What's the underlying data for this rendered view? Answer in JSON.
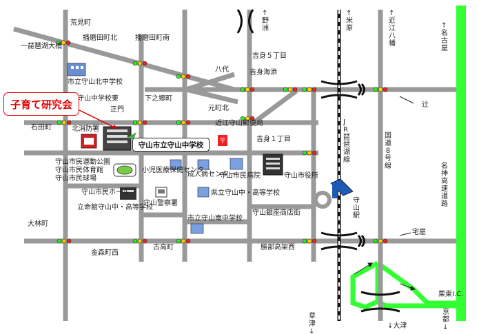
{
  "callout": {
    "label": "子育て研究会"
  },
  "school": {
    "label": "守山市立守山中学校"
  },
  "directions": {
    "yasu": "↑野洲",
    "maibara": "↑米原",
    "omi_hachiman": "↑近江八幡",
    "meishin_north": "↑名古屋",
    "ichibiwako": "一琵琶湖大橋",
    "kusatsu": "草津↓",
    "otsu": "↓大津",
    "kyoto": "京都↓"
  },
  "intersections": [
    "荒見町",
    "播磨田町北",
    "播磨田町南",
    "八代",
    "吉身５丁目",
    "吉身海添",
    "守山中学校東",
    "下之郷町",
    "元町北",
    "吉身１丁目",
    "石田町",
    "辻",
    "大林町",
    "金森町西",
    "古高町",
    "勝部高架西",
    "宅屋"
  ],
  "places": {
    "north_jhs": "市立守山北中学校",
    "seimon": "正門",
    "hokushobou": "北消防署",
    "post_office": "近江守山郵便局",
    "sports_park": "守山市民運動公園",
    "gym": "守山市民体育館",
    "stadium": "守山市民球場",
    "pediatric": "小児医療保健センター",
    "adult": "成人病センター",
    "hospital": "守山市民病院",
    "city_hall": "守山市役所",
    "civic_hall": "守山市民ホール",
    "ritsumei": "立命館守山中・高等学校",
    "police": "守山警察署",
    "prefectural": "県立守山中・高等学校",
    "shopping": "守山銀座商店街",
    "south_jhs": "市立守山南中学校",
    "station": "守山駅",
    "jr_line": "JR琵琶湖線",
    "route8": "国道８号線",
    "meishin": "名神高速道路",
    "ritto_ic": "栗東I.C."
  },
  "colors": {
    "road": "#999999",
    "expressway": "#33ff33",
    "railway": "#111111",
    "callout": "#e00000",
    "station": "#1e5ab4"
  }
}
